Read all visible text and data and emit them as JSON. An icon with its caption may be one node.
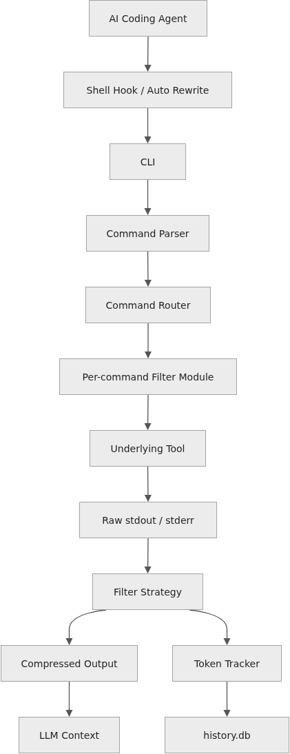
{
  "diagram": {
    "nodes": [
      {
        "text": [
          "AI Coding Agent"
        ]
      },
      {
        "text": [
          "Shell Hook / Auto Rewrite"
        ]
      },
      {
        "text": [
          "CLI"
        ]
      },
      {
        "text": [
          "Command Parser"
        ]
      },
      {
        "text": [
          "Command Router"
        ]
      },
      {
        "text": [
          "Per-command Filter Module"
        ]
      },
      {
        "text": [
          "Underlying Tool"
        ]
      },
      {
        "text": [
          "Raw stdout / stderr"
        ]
      },
      {
        "text": [
          "Filter Strategy"
        ]
      },
      {
        "text": [
          "Compressed Output"
        ]
      },
      {
        "text": [
          "Token Tracker"
        ]
      },
      {
        "text": [
          "LLM Context"
        ]
      },
      {
        "text": [
          "history.db"
        ]
      }
    ],
    "edges": [
      {
        "from": 0,
        "to": 1,
        "arrow": "to"
      },
      {
        "from": 1,
        "to": 2,
        "arrow": "to"
      },
      {
        "from": 2,
        "to": 3,
        "arrow": "to"
      },
      {
        "from": 3,
        "to": 4,
        "arrow": "to"
      },
      {
        "from": 4,
        "to": 5,
        "arrow": "to"
      },
      {
        "from": 5,
        "to": 6,
        "arrow": "to"
      },
      {
        "from": 6,
        "to": 7,
        "arrow": "to"
      },
      {
        "from": 7,
        "to": 8,
        "arrow": "to"
      },
      {
        "from": 8,
        "to": 9,
        "arrow": "to"
      },
      {
        "from": 8,
        "to": 10,
        "arrow": "to"
      },
      {
        "from": 9,
        "to": 11,
        "arrow": "to"
      },
      {
        "from": 10,
        "to": 12,
        "arrow": "to"
      }
    ]
  }
}
